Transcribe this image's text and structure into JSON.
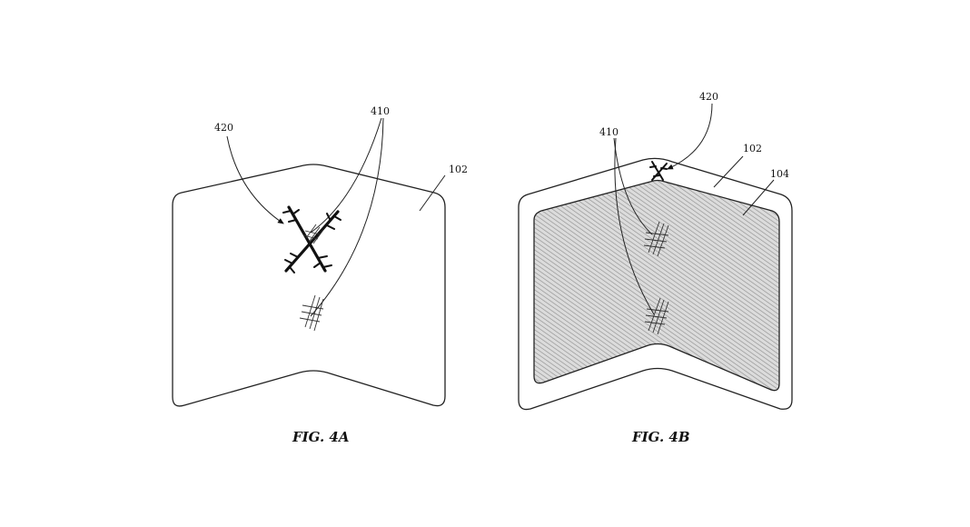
{
  "figures": {
    "fig_4a": {
      "caption": "FIG. 4A",
      "label_device": "102",
      "label_scratches": "410",
      "label_crack": "420"
    },
    "fig_4b": {
      "caption": "FIG. 4B",
      "label_device": "102",
      "label_display": "104",
      "label_scratches": "410",
      "label_crack": "420"
    }
  },
  "colors": {
    "line": "#222222",
    "display_fill": "#d9d9d9",
    "display_hatch": "#9a9a9a",
    "background": "#ffffff"
  }
}
